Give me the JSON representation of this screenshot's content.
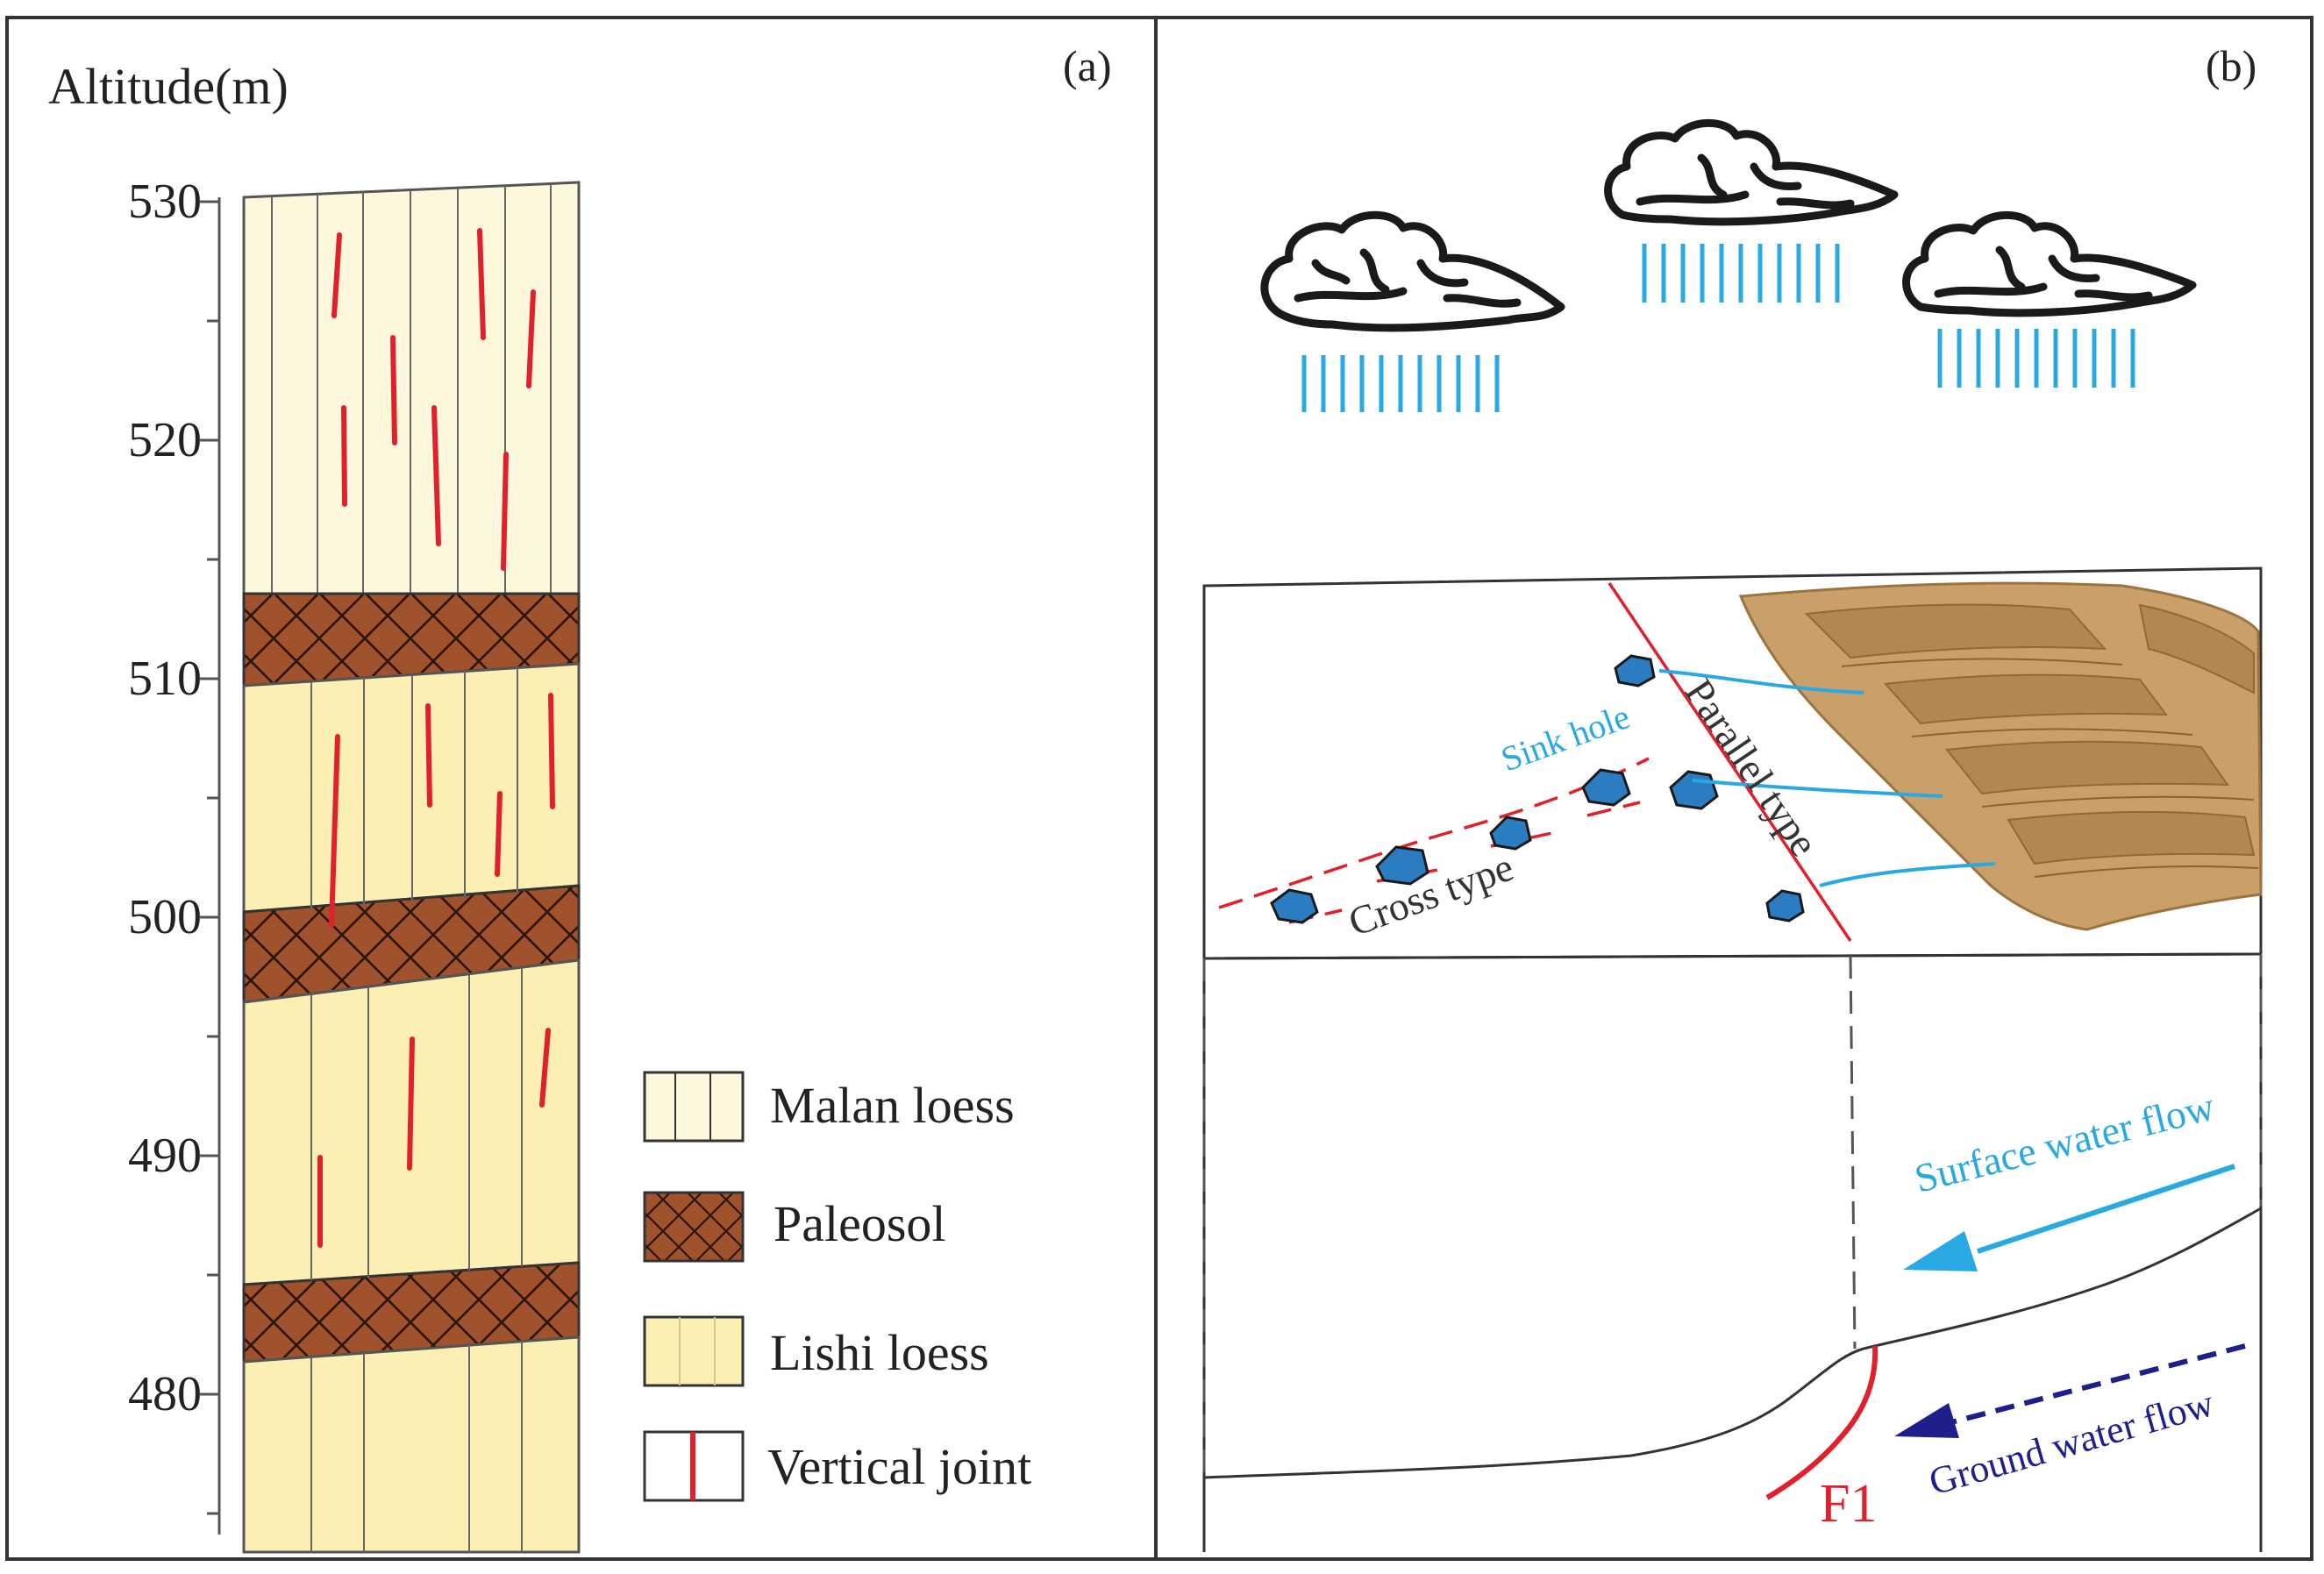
{
  "panel_a": {
    "label": "(a)",
    "axis_title": "Altitude(m)",
    "ticks": [
      "530",
      "520",
      "510",
      "500",
      "490",
      "480"
    ],
    "legend": [
      {
        "label": "Malan loess"
      },
      {
        "label": "Paleosol"
      },
      {
        "label": "Lishi loess"
      },
      {
        "label": "Vertical joint"
      }
    ]
  },
  "panel_b": {
    "label": "(b)",
    "sink_hole": "Sink hole",
    "cross_type": "Cross type",
    "parallel_type": "Parallel type",
    "surface_water_flow": "Surface water flow",
    "ground_water_flow": "Ground water flow",
    "fault": "F1"
  },
  "colors": {
    "malan_loess": "#fdf8dc",
    "lishi_loess": "#fcefb4",
    "paleosol": "#a0522d",
    "joint": "#e0212b",
    "rain": "#29a9e1",
    "sink_hole": "#2b7cc0",
    "ground_water": "#1f1f8c",
    "slope": "#c9a06a"
  }
}
